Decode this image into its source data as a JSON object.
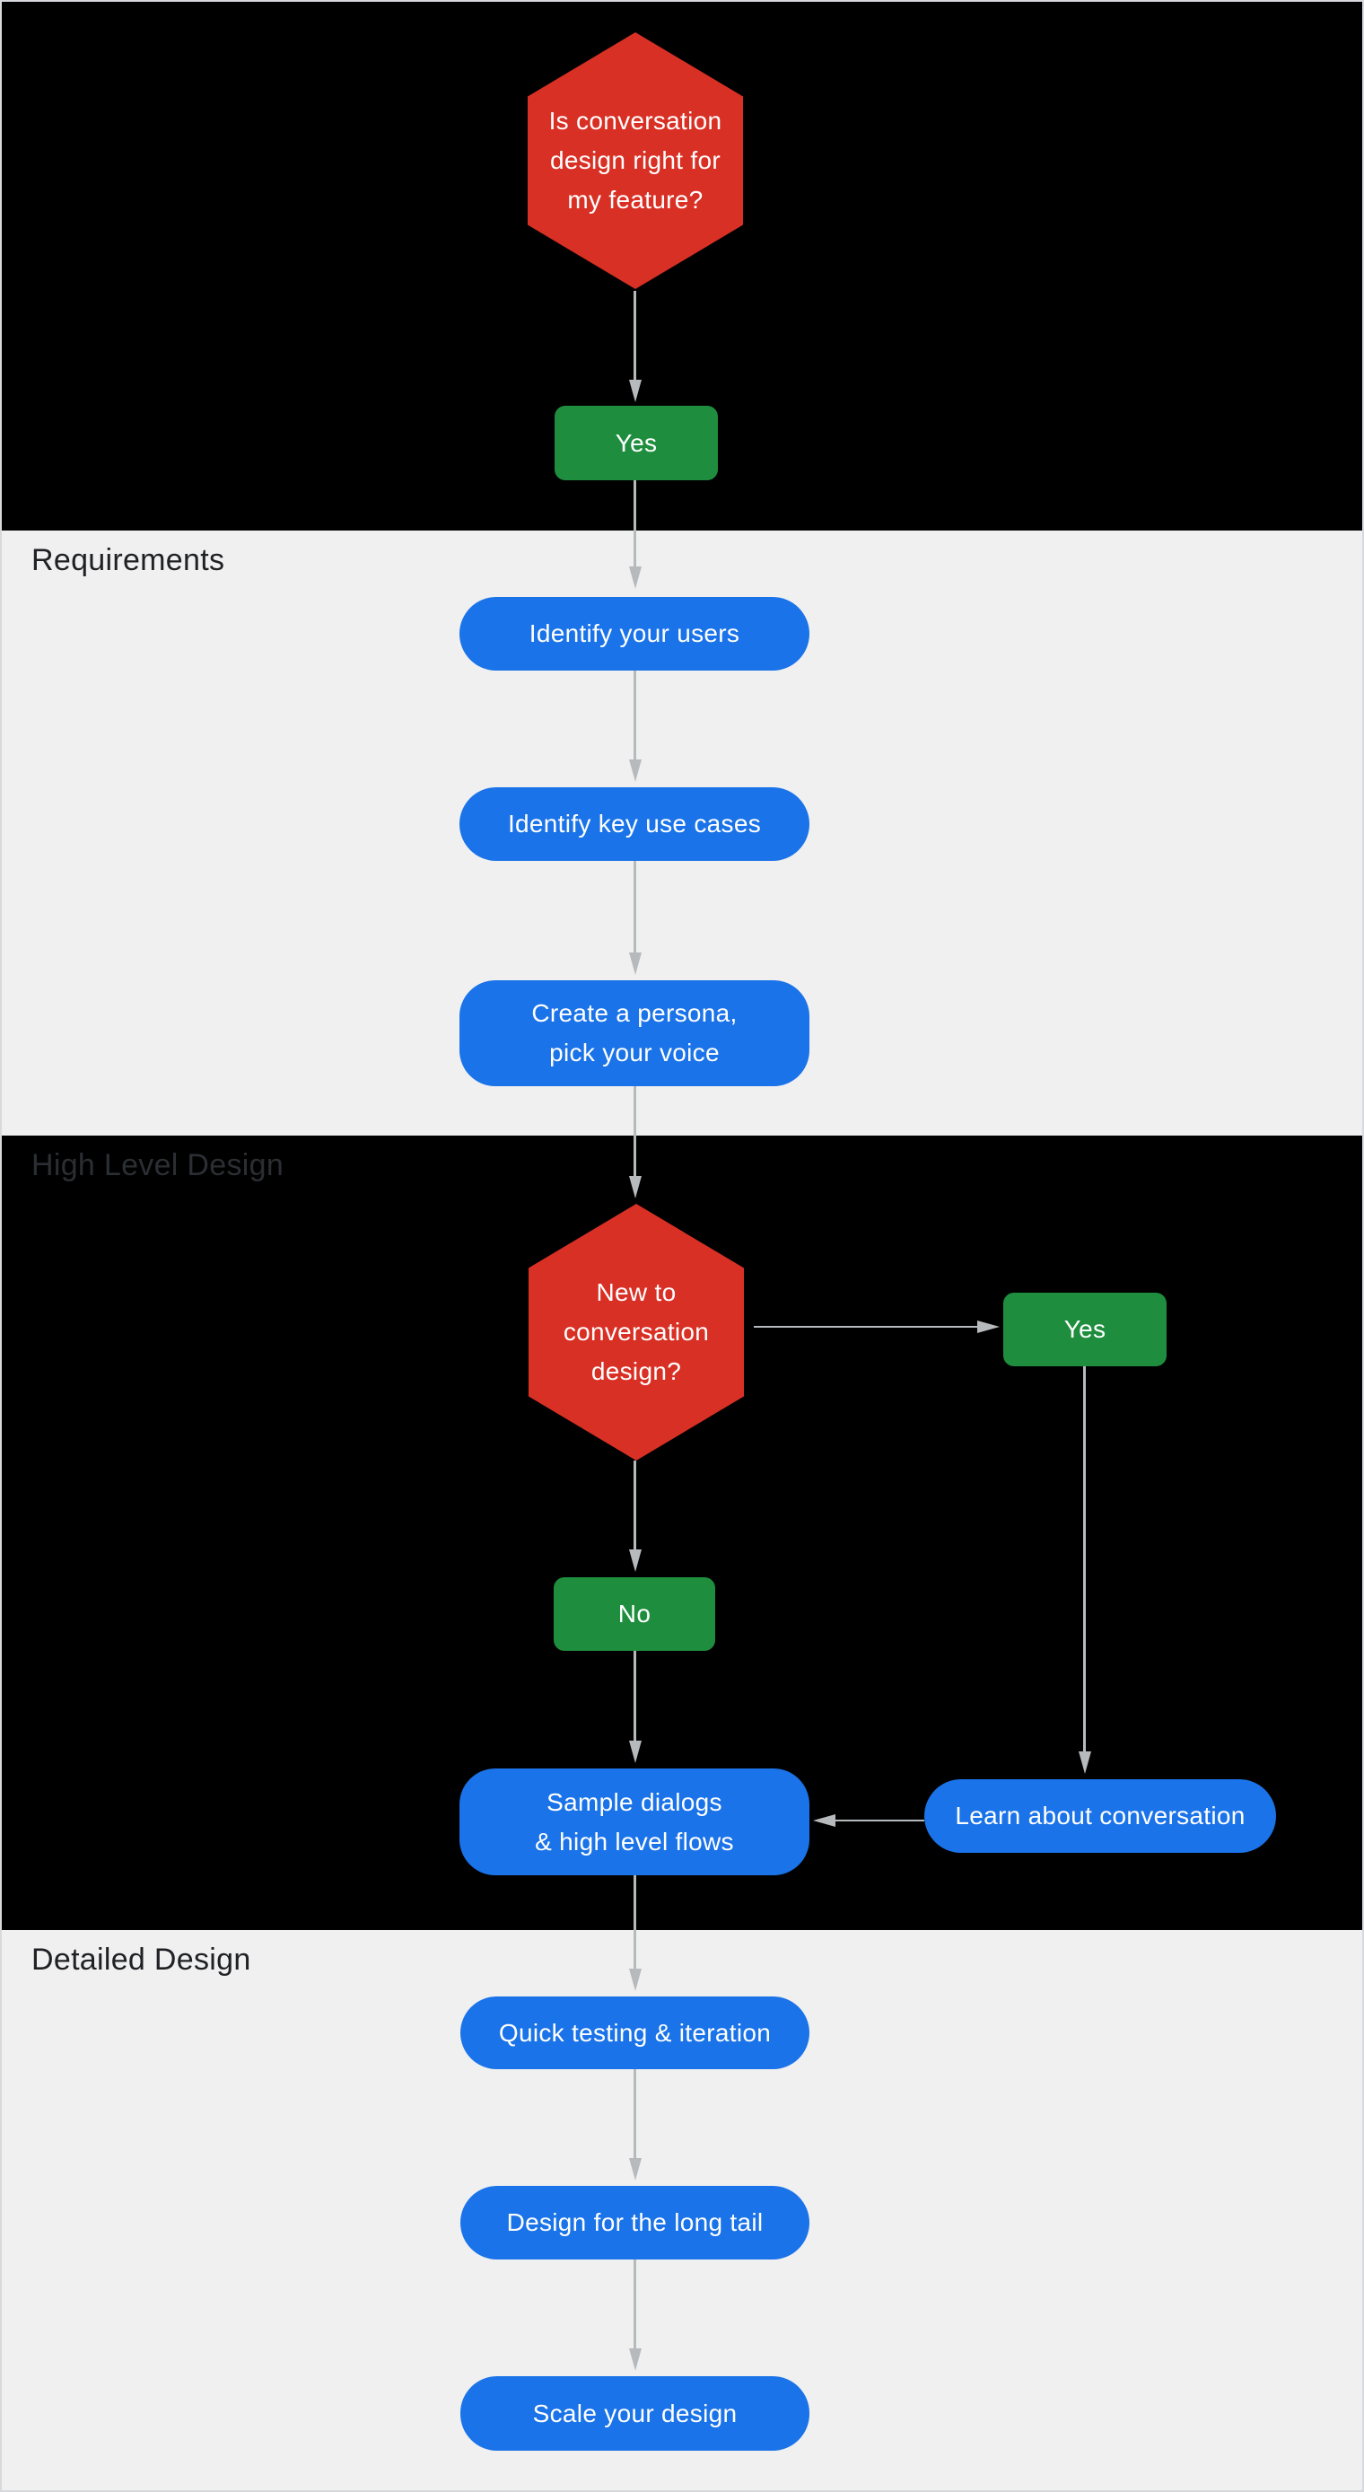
{
  "colors": {
    "section-dark": "#000000",
    "section-light": "#f0f0f1",
    "blue": "#1a73e8",
    "green": "#1e8e3e",
    "red": "#d93025",
    "connector": "#b7babd",
    "label-dark": "#202124",
    "label-on-dark": "#2b2e33",
    "node-text": "#ffffff"
  },
  "intro": {
    "decision": "Is conversation\ndesign right for\nmy feature?",
    "yes": "Yes"
  },
  "requirements": {
    "label": "Requirements",
    "step1": "Identify your users",
    "step2": "Identify key use cases",
    "step3": "Create a persona,\npick your voice"
  },
  "high_level": {
    "label": "High Level Design",
    "decision": "New to\nconversation\ndesign?",
    "yes": "Yes",
    "no": "No",
    "sample": "Sample dialogs\n& high level flows",
    "learn": "Learn about conversation"
  },
  "detailed": {
    "label": "Detailed Design",
    "step1": "Quick testing & iteration",
    "step2": "Design for the long tail",
    "step3": "Scale your design"
  }
}
